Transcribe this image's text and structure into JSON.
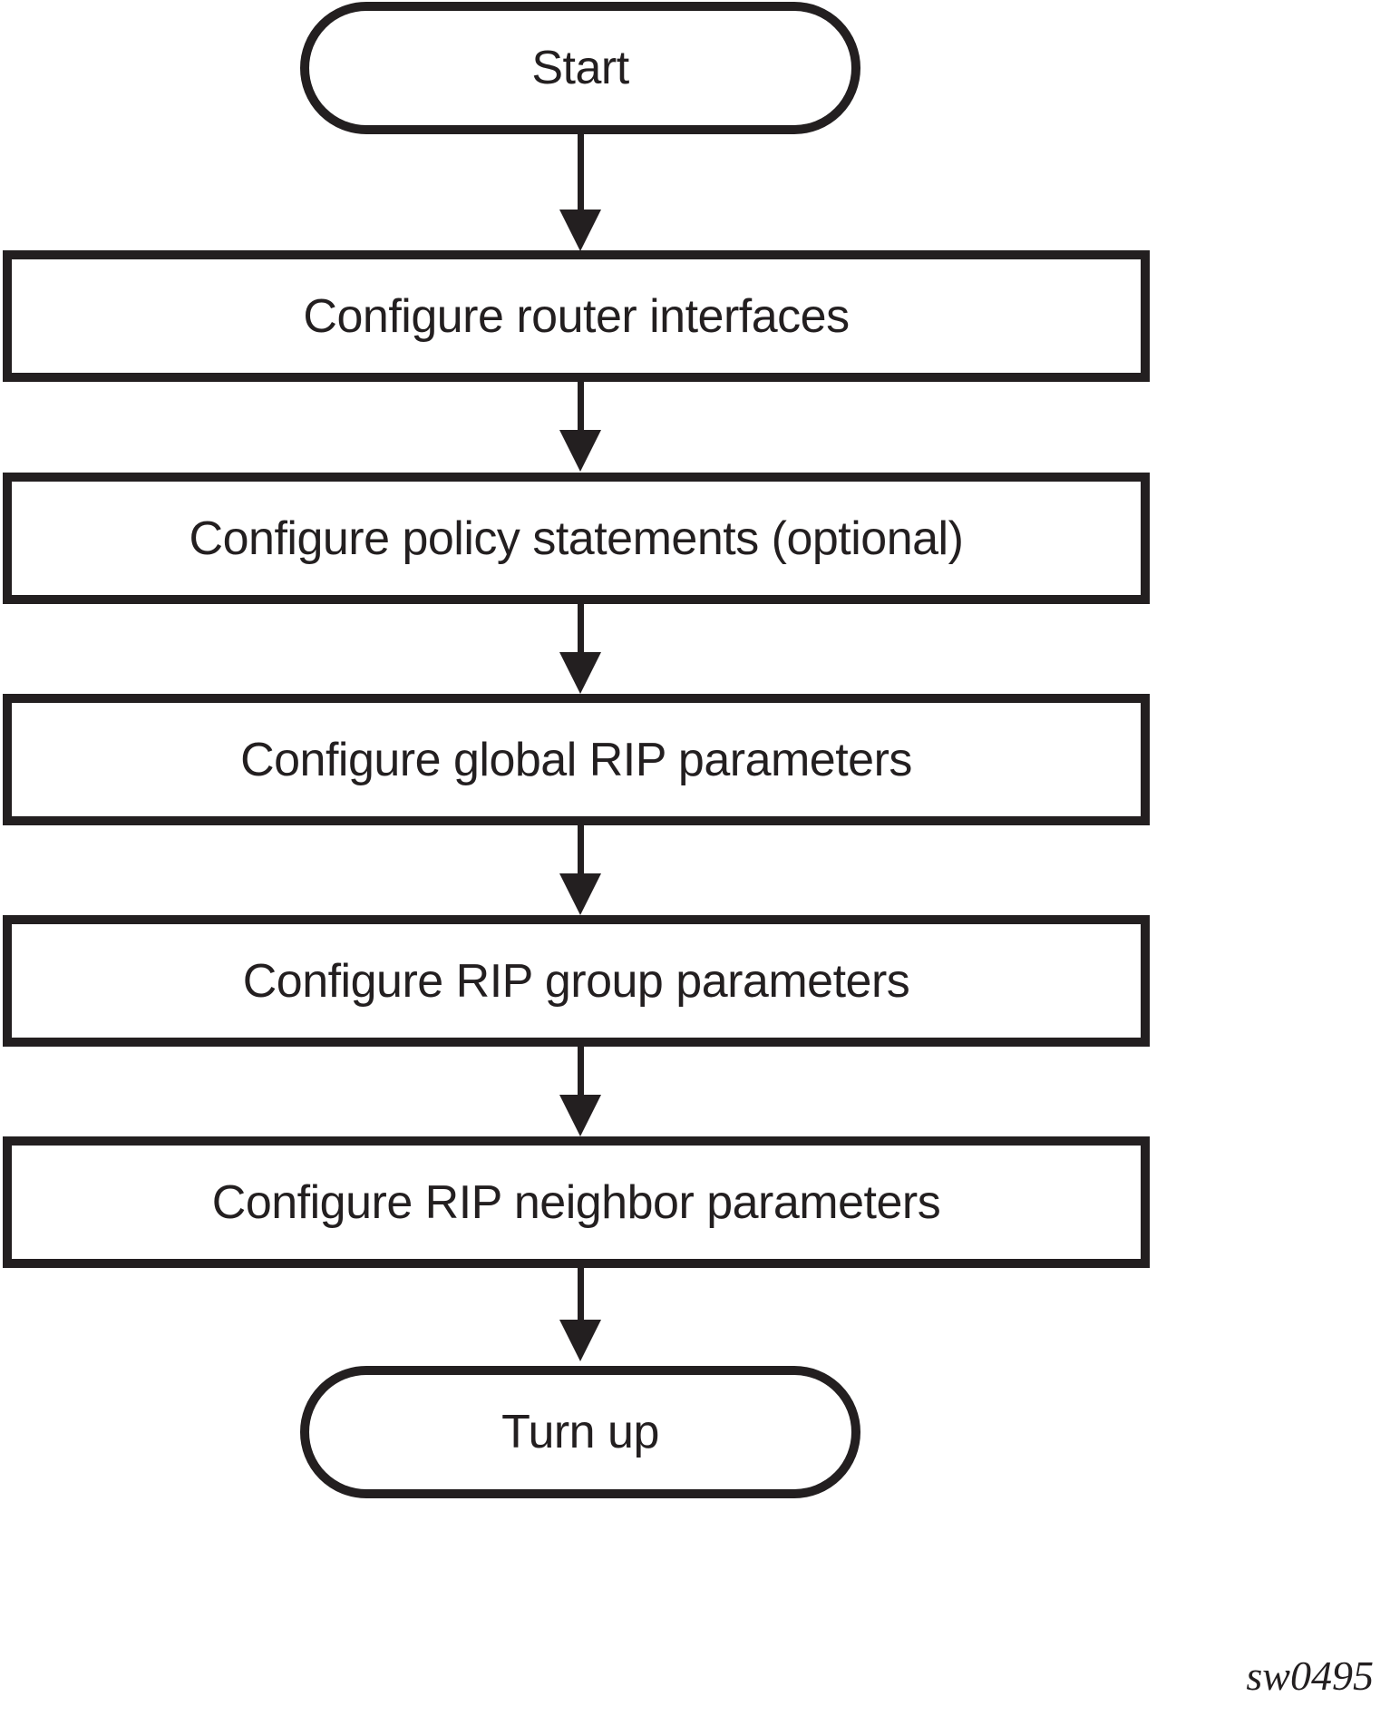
{
  "diagram": {
    "type": "flowchart",
    "orientation": "top-to-bottom",
    "background_color": "#FFFFFF",
    "stroke_color": "#231F20",
    "caption": "sw0495",
    "nodes": [
      {
        "id": "start",
        "shape": "terminal",
        "label": "Start"
      },
      {
        "id": "step1",
        "shape": "process",
        "label": "Configure router interfaces"
      },
      {
        "id": "step2",
        "shape": "process",
        "label": "Configure policy statements (optional)"
      },
      {
        "id": "step3",
        "shape": "process",
        "label": "Configure global RIP parameters"
      },
      {
        "id": "step4",
        "shape": "process",
        "label": "Configure RIP group parameters"
      },
      {
        "id": "step5",
        "shape": "process",
        "label": "Configure RIP neighbor parameters"
      },
      {
        "id": "end",
        "shape": "terminal",
        "label": "Turn up"
      }
    ],
    "edges": [
      {
        "from": "start",
        "to": "step1",
        "arrow": "down"
      },
      {
        "from": "step1",
        "to": "step2",
        "arrow": "down"
      },
      {
        "from": "step2",
        "to": "step3",
        "arrow": "down"
      },
      {
        "from": "step3",
        "to": "step4",
        "arrow": "down"
      },
      {
        "from": "step4",
        "to": "step5",
        "arrow": "down"
      },
      {
        "from": "step5",
        "to": "end",
        "arrow": "down"
      }
    ]
  }
}
